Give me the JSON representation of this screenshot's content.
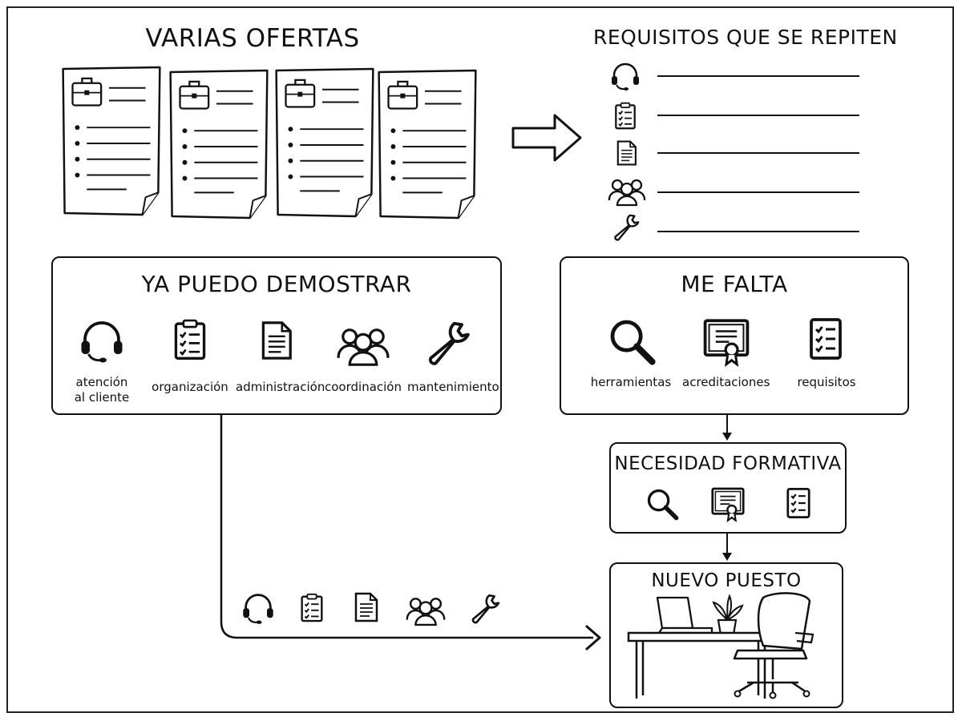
{
  "offers": {
    "title": "VARIAS OFERTAS"
  },
  "repeated": {
    "title": "REQUISITOS QUE SE REPITEN",
    "icons": [
      "headset-icon",
      "clipboard-icon",
      "document-icon",
      "team-icon",
      "wrench-icon"
    ]
  },
  "can_show": {
    "title": "YA PUEDO DEMOSTRAR",
    "items": [
      {
        "icon": "headset-icon",
        "label": "atención\nal cliente"
      },
      {
        "icon": "clipboard-icon",
        "label": "organización"
      },
      {
        "icon": "document-icon",
        "label": "administración"
      },
      {
        "icon": "team-icon",
        "label": "coordinación"
      },
      {
        "icon": "wrench-icon",
        "label": "mantenimiento"
      }
    ]
  },
  "missing": {
    "title": "ME FALTA",
    "items": [
      {
        "icon": "magnifier-icon",
        "label": "herramientas"
      },
      {
        "icon": "certificate-icon",
        "label": "acreditaciones"
      },
      {
        "icon": "checklist-icon",
        "label": "requisitos"
      }
    ]
  },
  "training": {
    "title": "NECESIDAD FORMATIVA",
    "icons": [
      "magnifier-icon",
      "certificate-icon",
      "checklist-icon"
    ]
  },
  "new_job": {
    "title": "NUEVO PUESTO"
  },
  "path_icons": [
    "headset-icon",
    "clipboard-icon",
    "document-icon",
    "team-icon",
    "wrench-icon"
  ]
}
